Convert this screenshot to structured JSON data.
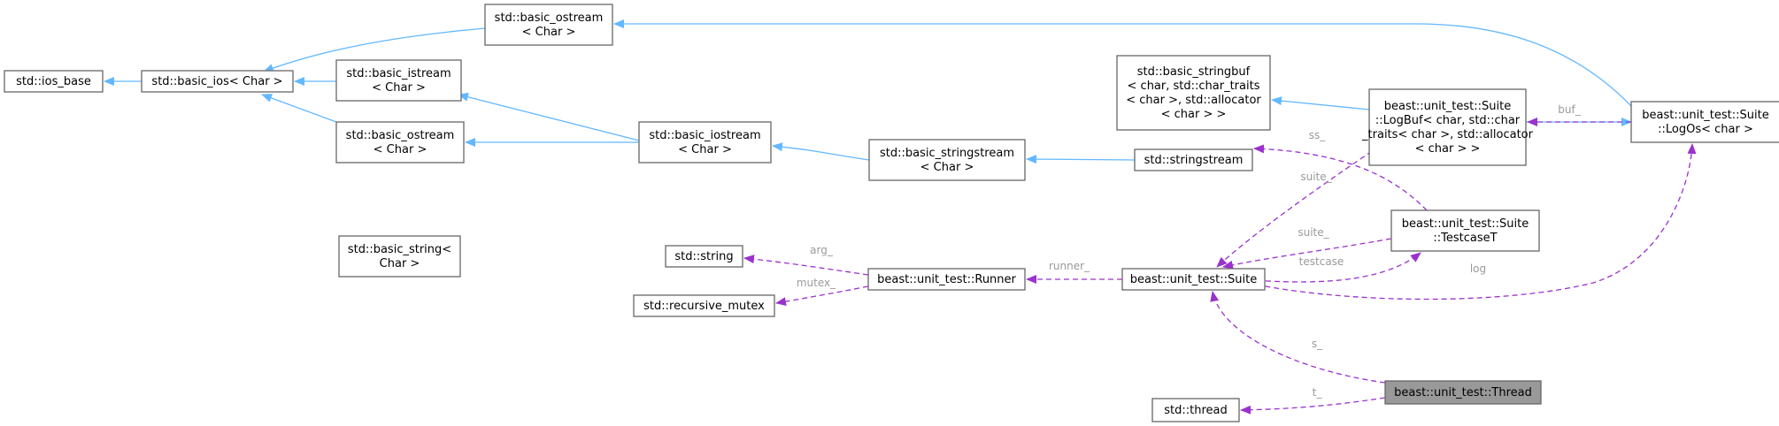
{
  "diagram": {
    "nodes": [
      {
        "id": "ios_base",
        "lines": [
          "std::ios_base"
        ]
      },
      {
        "id": "basic_ios",
        "lines": [
          "std::basic_ios< Char >"
        ]
      },
      {
        "id": "basic_ostream_top",
        "lines": [
          "std::basic_ostream",
          "< Char >"
        ]
      },
      {
        "id": "basic_istream",
        "lines": [
          "std::basic_istream",
          "< Char >"
        ]
      },
      {
        "id": "basic_ostream_mid",
        "lines": [
          "std::basic_ostream",
          "< Char >"
        ]
      },
      {
        "id": "basic_iostream",
        "lines": [
          "std::basic_iostream",
          "< Char >"
        ]
      },
      {
        "id": "basic_stringstream",
        "lines": [
          "std::basic_stringstream",
          "< Char >"
        ]
      },
      {
        "id": "stringstream",
        "lines": [
          "std::stringstream"
        ]
      },
      {
        "id": "basic_stringbuf",
        "lines": [
          "std::basic_stringbuf",
          "< char, std::char_traits",
          "< char >, std::allocator",
          "< char > >"
        ]
      },
      {
        "id": "logbuf",
        "lines": [
          "beast::unit_test::Suite",
          "::LogBuf< char, std::char",
          "_traits< char >, std::allocator",
          "< char > >"
        ]
      },
      {
        "id": "logos",
        "lines": [
          "beast::unit_test::Suite",
          "::LogOs< char >"
        ]
      },
      {
        "id": "basic_string",
        "lines": [
          "std::basic_string<",
          "Char >"
        ]
      },
      {
        "id": "string",
        "lines": [
          "std::string"
        ]
      },
      {
        "id": "recursive_mutex",
        "lines": [
          "std::recursive_mutex"
        ]
      },
      {
        "id": "runner",
        "lines": [
          "beast::unit_test::Runner"
        ]
      },
      {
        "id": "suite",
        "lines": [
          "beast::unit_test::Suite"
        ]
      },
      {
        "id": "testcase",
        "lines": [
          "beast::unit_test::Suite",
          "::TestcaseT"
        ]
      },
      {
        "id": "thread_cls",
        "lines": [
          "beast::unit_test::Thread"
        ]
      },
      {
        "id": "std_thread",
        "lines": [
          "std::thread"
        ]
      }
    ],
    "edges": [
      {
        "id": "e1",
        "kind": "inherit"
      },
      {
        "id": "e2",
        "kind": "inherit"
      },
      {
        "id": "e3",
        "kind": "inherit"
      },
      {
        "id": "e4",
        "kind": "inherit"
      },
      {
        "id": "e5",
        "kind": "inherit"
      },
      {
        "id": "e6",
        "kind": "inherit"
      },
      {
        "id": "e7",
        "kind": "inherit"
      },
      {
        "id": "e8",
        "kind": "inherit"
      },
      {
        "id": "e9",
        "kind": "inherit"
      },
      {
        "id": "e10",
        "kind": "inherit"
      },
      {
        "id": "e11",
        "kind": "inherit"
      },
      {
        "id": "e12",
        "kind": "member",
        "label": "buf_"
      },
      {
        "id": "e13",
        "kind": "member",
        "label": "ss_"
      },
      {
        "id": "e14",
        "kind": "member",
        "label": "suite_"
      },
      {
        "id": "e15",
        "kind": "member",
        "label": "suite_"
      },
      {
        "id": "e16",
        "kind": "member",
        "label": "testcase"
      },
      {
        "id": "e17",
        "kind": "member",
        "label": "log"
      },
      {
        "id": "e18",
        "kind": "member",
        "label": "runner_"
      },
      {
        "id": "e19",
        "kind": "member",
        "label": "arg_"
      },
      {
        "id": "e20",
        "kind": "member",
        "label": "mutex_"
      },
      {
        "id": "e21",
        "kind": "member",
        "label": "s_"
      },
      {
        "id": "e22",
        "kind": "member",
        "label": "t_"
      }
    ],
    "colors": {
      "inherit_edge": "#63b8ff",
      "member_edge": "#9a32cd",
      "focus_fill": "#999999",
      "node_border": "#666666",
      "label_text": "#9a9a9a"
    }
  }
}
